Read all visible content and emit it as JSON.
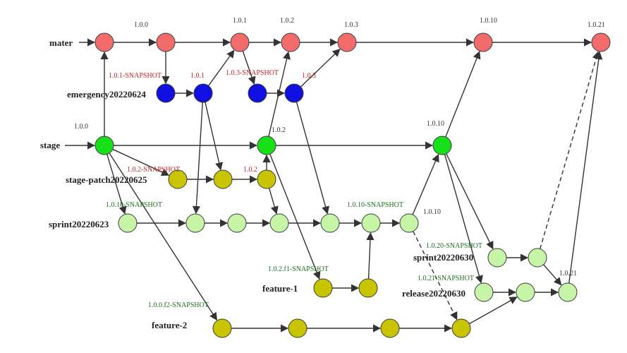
{
  "lanes": [
    {
      "id": "mater",
      "label": "mater"
    },
    {
      "id": "emergency",
      "label": "emergency20220624"
    },
    {
      "id": "stage",
      "label": "stage"
    },
    {
      "id": "stagepatch",
      "label": "stage-patch20220625"
    },
    {
      "id": "sprint0623",
      "label": "sprint20220623"
    },
    {
      "id": "sprint0630",
      "label": "sprint20220630"
    },
    {
      "id": "feature1",
      "label": "feature-1"
    },
    {
      "id": "release0630",
      "label": "release20220630"
    },
    {
      "id": "feature2",
      "label": "feature-2"
    }
  ],
  "tags": [
    {
      "id": "t_m100",
      "text": "1.0.0",
      "color": "gray"
    },
    {
      "id": "t_m101",
      "text": "1.0.1",
      "color": "gray"
    },
    {
      "id": "t_m102",
      "text": "1.0.2",
      "color": "gray"
    },
    {
      "id": "t_m103",
      "text": "1.0.3",
      "color": "gray"
    },
    {
      "id": "t_m1010",
      "text": "1.0.10",
      "color": "gray"
    },
    {
      "id": "t_m1021",
      "text": "1.0.21",
      "color": "gray"
    },
    {
      "id": "t_e101snap",
      "text": "1.0.1-SNAPSHOT",
      "color": "red"
    },
    {
      "id": "t_e101",
      "text": "1.0.1",
      "color": "red"
    },
    {
      "id": "t_e103snap",
      "text": "1.0.3-SNAPSHOT",
      "color": "red"
    },
    {
      "id": "t_e103",
      "text": "1.0.3",
      "color": "red"
    },
    {
      "id": "t_s100",
      "text": "1.0.0",
      "color": "gray"
    },
    {
      "id": "t_s102",
      "text": "1.0.2",
      "color": "gray"
    },
    {
      "id": "t_s1010",
      "text": "1.0.10",
      "color": "gray"
    },
    {
      "id": "t_p102snap",
      "text": "1.0.2-SNAPSHOT",
      "color": "red"
    },
    {
      "id": "t_p102",
      "text": "1.0.2",
      "color": "red"
    },
    {
      "id": "t_sp1010snapA",
      "text": "1.0.10-SNAPSHOT",
      "color": "green"
    },
    {
      "id": "t_sp1010snapB",
      "text": "1.0.10-SNAPSHOT",
      "color": "green"
    },
    {
      "id": "t_sp1010",
      "text": "1.0.10",
      "color": "gray"
    },
    {
      "id": "t_s30snap",
      "text": "1.0.20-SNAPSHOT",
      "color": "green"
    },
    {
      "id": "t_f1snap",
      "text": "1.0.2.f1-SNAPSHOT",
      "color": "green"
    },
    {
      "id": "t_r21snap",
      "text": "1.0.21-SNAPSHOT",
      "color": "green"
    },
    {
      "id": "t_r1021",
      "text": "1.0.21",
      "color": "gray"
    },
    {
      "id": "t_f2snap",
      "text": "1.0.0.f2-SNAPSHOT",
      "color": "green"
    }
  ],
  "node_colors": {
    "red": "#f26b6b",
    "blue": "#1010e0",
    "green": "#18e018",
    "olive": "#c8c400",
    "lightgreen": "#c6f5a8"
  },
  "tag_colors": {
    "gray": "#333333",
    "red": "#c0251f",
    "green": "#1e6f1e"
  }
}
